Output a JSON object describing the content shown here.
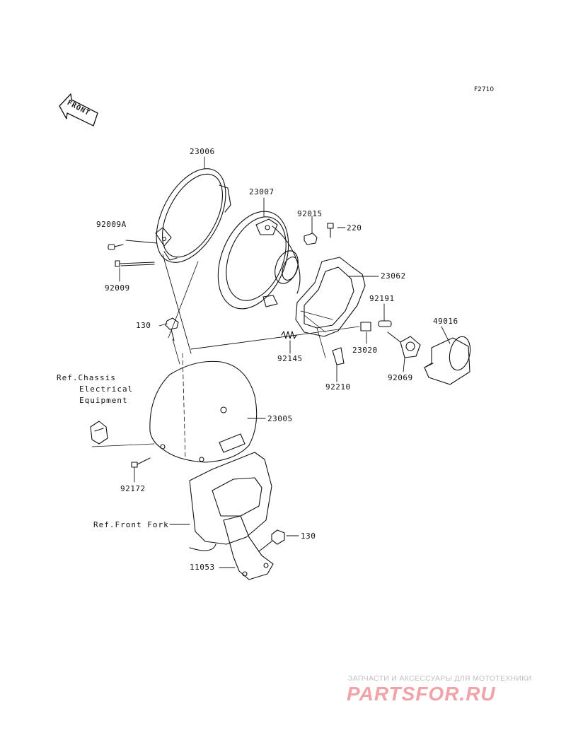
{
  "figure_id": "F2710",
  "front_arrow_label": "FRONT",
  "callouts": {
    "p23006": "23006",
    "p23007": "23007",
    "p92015": "92015",
    "p220": "220",
    "p92009A": "92009A",
    "p23062": "23062",
    "p92009": "92009",
    "p92191": "92191",
    "p130a": "130",
    "p49016": "49016",
    "p23020": "23020",
    "p92145": "92145",
    "p92069": "92069",
    "p92210": "92210",
    "p23005": "23005",
    "p92172": "92172",
    "p130b": "130",
    "p11053": "11053"
  },
  "references": {
    "chassis_line1": "Ref.Chassis",
    "chassis_line2": "Electrical",
    "chassis_line3": "Equipment",
    "front_fork": "Ref.Front Fork"
  },
  "watermark": {
    "tagline": "ЗАПЧАСТИ И АКСЕССУАРЫ ДЛЯ МОТОТЕХНИКИ",
    "logo": "PARTSFOR.RU"
  }
}
